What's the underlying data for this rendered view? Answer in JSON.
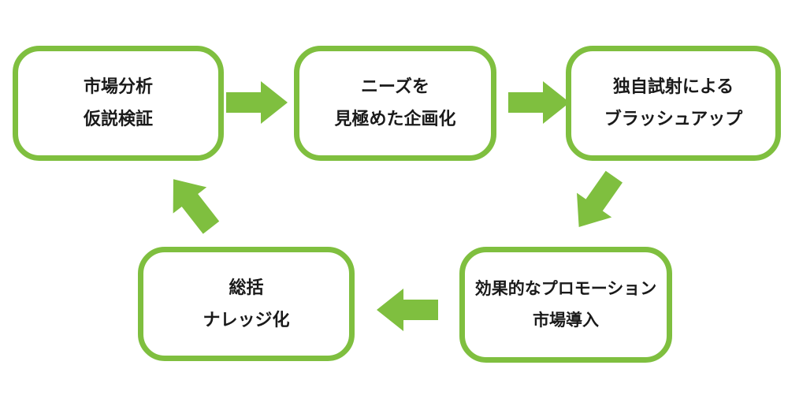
{
  "colors": {
    "accent_green": "#7fbf3f",
    "box_fill": "#ffffff",
    "text": "#1a1a1a",
    "background": "#ffffff"
  },
  "boxes": [
    {
      "name": "market-analysis",
      "lines": [
        "市場分析",
        "仮説検証"
      ]
    },
    {
      "name": "needs-based-planning",
      "lines": [
        "ニーズを",
        "見極めた企画化"
      ]
    },
    {
      "name": "original-trial-brushup",
      "lines": [
        "独自試射による",
        "ブラッシュアップ"
      ]
    },
    {
      "name": "promotion-market-launch",
      "lines": [
        "効果的なプロモーション",
        "市場導入"
      ]
    },
    {
      "name": "summary-knowledge",
      "lines": [
        "総括",
        "ナレッジ化"
      ]
    }
  ],
  "arrows": [
    {
      "name": "arrow-1",
      "icon": "arrow-right-icon",
      "direction": "right",
      "from": "market-analysis",
      "to": "needs-based-planning"
    },
    {
      "name": "arrow-2",
      "icon": "arrow-right-icon",
      "direction": "right",
      "from": "needs-based-planning",
      "to": "original-trial-brushup"
    },
    {
      "name": "arrow-3",
      "icon": "arrow-down-left-icon",
      "direction": "down-left",
      "from": "original-trial-brushup",
      "to": "promotion-market-launch"
    },
    {
      "name": "arrow-4",
      "icon": "arrow-left-icon",
      "direction": "left",
      "from": "promotion-market-launch",
      "to": "summary-knowledge"
    },
    {
      "name": "arrow-5",
      "icon": "arrow-up-left-icon",
      "direction": "up-left",
      "from": "summary-knowledge",
      "to": "market-analysis"
    }
  ]
}
